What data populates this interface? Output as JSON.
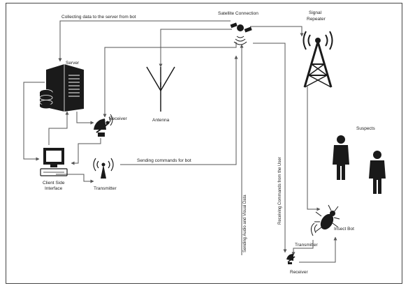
{
  "labels": {
    "collecting": "Collecting data to the server from bot",
    "satellite": "Satellite Connection",
    "signal_repeater_1": "Signal",
    "signal_repeater_2": "Repeater",
    "server": "Server",
    "receiver_top": "Receiver",
    "antenna": "Antenna",
    "sending_commands": "Sending commands for bot",
    "client_side_1": "Client Side",
    "client_side_2": "Interface",
    "transmitter_left": "Transmitter",
    "sending_audio": "Sending Audio and Visual Data",
    "receiving_commands": "Receiving Commands from the User",
    "suspects": "Suspects",
    "insect_bot": "Insect Bot",
    "transmitter_bot": "Transmitter",
    "receiver_bottom": "Receiver"
  },
  "colors": {
    "line": "#555555",
    "icon": "#1a1a1a"
  }
}
